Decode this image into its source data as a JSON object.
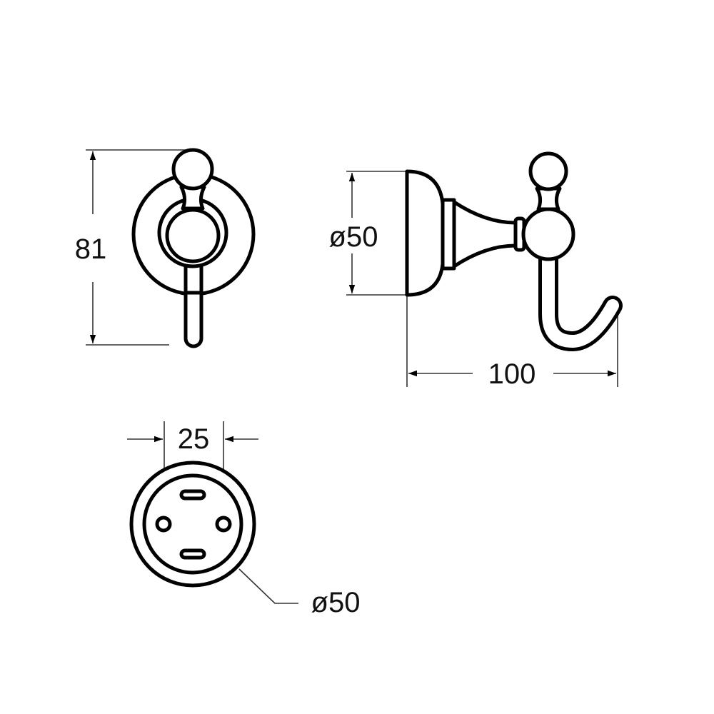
{
  "title": "Robe hook technical drawing",
  "views": {
    "front": {
      "height_label": "81"
    },
    "side": {
      "diameter_label": "ø50",
      "depth_label": "100"
    },
    "rear": {
      "hole_spacing_label": "25",
      "diameter_label": "ø50"
    }
  }
}
